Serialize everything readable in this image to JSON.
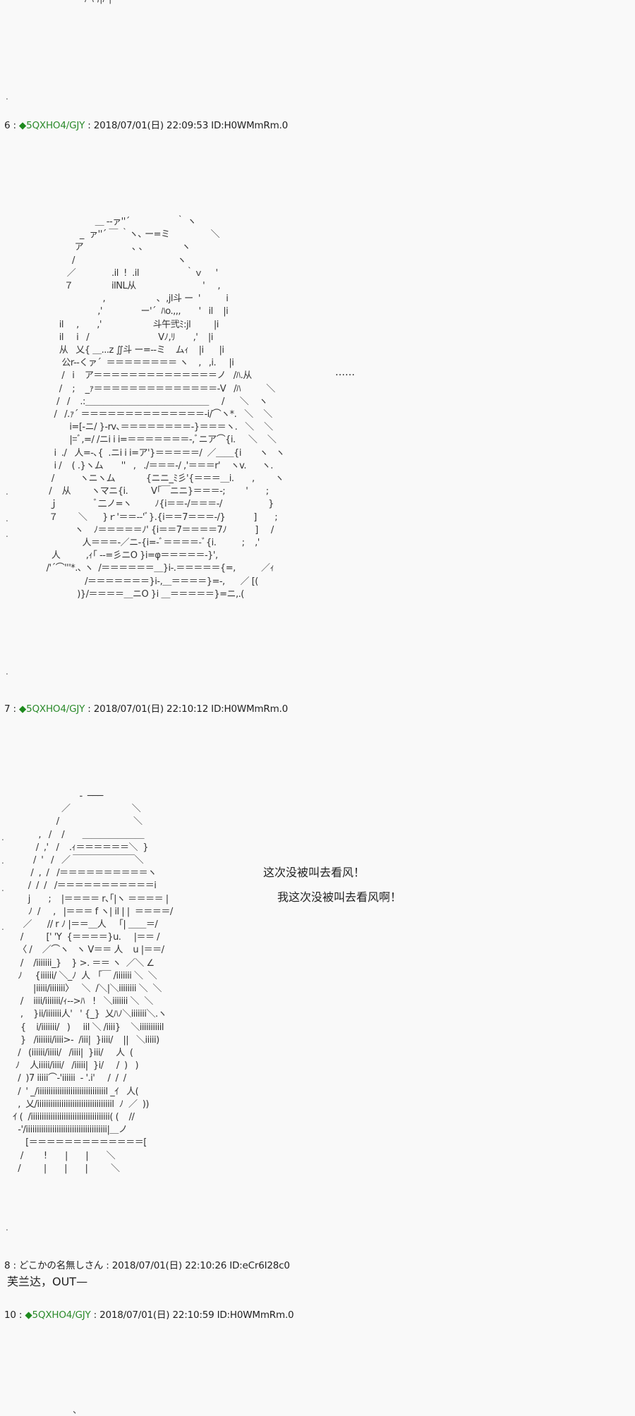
{
  "top_fragment": "/    \\       ,|/       |",
  "posts": [
    {
      "num": "6",
      "sep": " : ",
      "trip_icon": "◆",
      "name": "5QXHO4/GJY",
      "date": " : 2018/07/01(日) 22:09:53 ID:H0WMmRm.0"
    },
    {
      "num": "7",
      "sep": " : ",
      "trip_icon": "◆",
      "name": "5QXHO4/GJY",
      "date": " : 2018/07/01(日) 22:10:12 ID:H0WMmRm.0"
    },
    {
      "num": "8",
      "sep": " : ",
      "name": "どこかの名無しさん",
      "date": " : 2018/07/01(日) 22:10:26 ID:eCr6I28c0",
      "body": "芙兰达，OUT—"
    },
    {
      "num": "10",
      "sep": " : ",
      "trip_icon": "◆",
      "name": "5QXHO4/GJY",
      "date": " : 2018/07/01(日) 22:10:59 ID:H0WMmRm.0"
    }
  ],
  "art1": {
    "ellipsis": "……",
    "lines": "                    ＿ -‐ァ''´                  ｀ ヽ\n              _  ァ''´ ￣ ｀ヽ､ ー=ミ                ＼\n            ア                   ､ ､               ヽ\n           /                                        ヽ\n         ／              .il  !  .il                  ｀ｖ     '\n        ７               ilNL从                          '     ,\n                       ,                    ､  ,jl斗 ー  '          i\n                     ,'               ー'´  ﾊo.,,,       '   il    |i\n      il     ,       ,'                    斗午弐ﾐ:jl         |i\n      il     i   /                           Vﾉ,ﾘ       ,'    |i\n      从   乂{ ＿...z ∬斗 ー=-‐ミ    ムｨ    |i      |i\n       公r--くァ´  ＝＝＝＝＝＝＝＝ ヽ    ,   ,i.     |i\n       /   i    ア＝＝＝＝＝＝＝＝＝＝＝＝＝＝ノ   /ﾊ.从\n      /    ;    _ｧ＝＝＝＝＝＝＝＝＝＝＝＝＝＝-V   /ﾊ          ＼\n     /   /    .:＿＿＿＿＿＿＿＿＿＿＿＿＿＿     /      ＼    ヽ\n    /   /.ｧ´ ＝＝＝＝＝＝＝＝＝＝＝＝＝＝-i/⌒ヽ*.   ＼    ＼\n          i=[-ニ/ }-rv､＝＝＝＝＝＝＝＝-}＝＝＝ヽ.   ＼    ＼\n          |=ﾞ,=/ /ニi i i=＝＝＝＝＝＝＝-,ﾞニア⌒{i.     ＼    ＼\n    i  ./   人=-､{  .ニi i i=ア'}＝＝＝＝＝/  ／＿＿{i       ヽ   ヽ\n    i /    ( .}ヽム       ''   ,   ./＝＝＝-/ ,'＝＝＝r'    ヽv.      ヽ.\n   /          ヽニヽム            {ニニ_ﾐ彡'{＝＝＝＿i.       ,        ヽ\n  /    从        ヽマニ{i.         V｢￣ニニ}＝＝＝-;        '       ;\n  ｊ              ﾞ二ノ=ヽ         ﾉ{i＝＝-/＝＝＝-/                  }\n  ７        ＼      }ｒ'＝＝-‐'ﾞ}.{i＝＝7＝＝＝-/}           ]       ;\n            ヽ    ﾉ＝＝＝＝＝ﾉ' {i＝＝7＝＝＝＝7ﾉ           ]     /\n               人＝＝＝-／ニ-{i=-ﾞ＝＝＝＝-ﾞ{i.          ;    ,'\n   人          ,ｨ｢ ‐-=彡ニO }i=φ＝＝＝＝＝-}',\n /'´⌒'''*.､ ヽ  /＝＝＝＝＝＝＿}i-.＝＝＝＝＝{=,          ／ｨ\n                /＝＝＝＝＝＝＝}i-,＿＝＝＝＝}=-,      ／ [(\n             )}/＝＝＝＝＿ニO }i ＿＝＝＝＝＝}=ニ,.(\n"
  },
  "art2": {
    "speech": [
      "这次没被叫去看风！",
      "我这次没被叫去看风啊！"
    ],
    "lines": "                          -  ───\n                   ／                        ＼\n                 /                             ＼\n          ,   /    /       ＿＿＿＿＿＿＿\n         /  ,'   /    .ｨ＝＝＝＝＝＝＼  }\n        /  '   /   ／ ￣￣￣￣￣￣￣＼\n       /  ,  /   /＝＝＝＝＝＝＝＝＝＝ヽ\n      /  /  /   /＝＝＝＝＝＝＝＝＝＝＝i\n      j       ;    |＝＝＝＝ r､｢|ヽ ＝＝＝＝ |\n      ﾉ  /     ,   |＝＝＝ f ヽ| il | |  ＝＝＝＝/\n    ／      // r ﾉ |＝＝＿人     ｢| ＿＿＝/\n   /         [' 'Y  {＝＝＝＝}u.     |＝＝ /\n  〈 /    ／⌒ヽ   ヽ V＝＝ 人    u |＝＝/\n   /    /iiiiiii_}    } >. ＝＝ ヽ  ／＼ ∠\n  ﾉ     {iiiiii/ ＼_ﾉ  人   ｢￣ /iiiiiii ＼  ＼\n        |iiiii/iiiiiii〉   ＼  /＼|＼iiiiiiii ＼  ＼\n   /    iiii/iiiiiii/ｨ‐‐>ﾊ   !   ＼iiiiiii ＼  ＼\n   ,    }ii/iiiiiii人'   ' {_}  乂ﾊﾉ＼iiiiiii＼.ヽ\n   {    i/iiiiiii/   )     iil ＼ /iiii}    ＼iiiiiiiiiil\n   }   /iiiiiii/iiii>-  /iii|  }iiii/    ||   ＼iiiii)\n  /   (iiiiii/iiiii/   /iiii|  }iii/     人  (\n ﾉ    人iiiii/iiii/   /iiiii|  }i/     /  )   )\n  /  )7 iiiii⌒‐'iiiiii  ‐ '.i'     /  /  /\n  /  ' _/iiiiiiiiiiiiiiiiiiiiiiiiiiiiiiil _ｲ   人(\n  ,  乂/iiiiiiiiiiiiiiiiiiiiiiiiiiiiiiiiiil  ﾉ  ／  ))\nｲ (  /iiiiiiiiiiiiiiiiiiiiiiiiiiiiiiiiiiii( (    //\n  ‐'/iiiiiiiiiiiiiiiiiiiiiiiiiiiiiiiiiiiii|＿ノ\n     [＝＝＝＝＝＝＝＝＝＝＝＝＝[\n   /        !       |       |       ＼\n  /         |       |       |         ＼\n"
  },
  "bottom_fragment": "、"
}
